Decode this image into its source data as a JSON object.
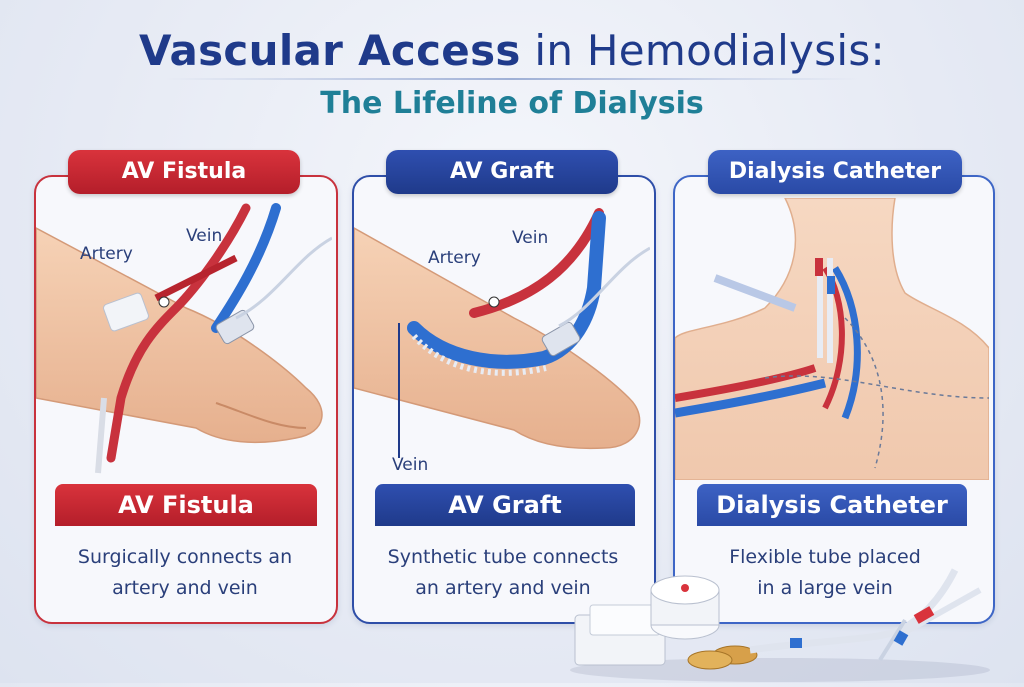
{
  "header": {
    "title_bold": "Vascular Access",
    "title_rest": "in Hemodialysis:",
    "subtitle": "The Lifeline of Dialysis"
  },
  "colors": {
    "red": "#c8323d",
    "navy": "#1f3a8a",
    "teal": "#1f7f97"
  },
  "cards": [
    {
      "tab": "AV Fistula",
      "band": "AV Fistula",
      "desc_line1": "Surgically connects an",
      "desc_line2": "artery and vein",
      "labels": {
        "artery": "Artery",
        "vein": "Vein"
      }
    },
    {
      "tab": "AV Graft",
      "band": "AV Graft",
      "desc_line1": "Synthetic tube connects",
      "desc_line2": "an artery and vein",
      "labels": {
        "artery": "Artery",
        "vein_top": "Vein",
        "vein_bottom": "Vein"
      }
    },
    {
      "tab": "Dialysis Catheter",
      "band": "Dialysis Catheter",
      "desc_line1": "Flexible tube placed",
      "desc_line2": "in a large vein"
    }
  ]
}
